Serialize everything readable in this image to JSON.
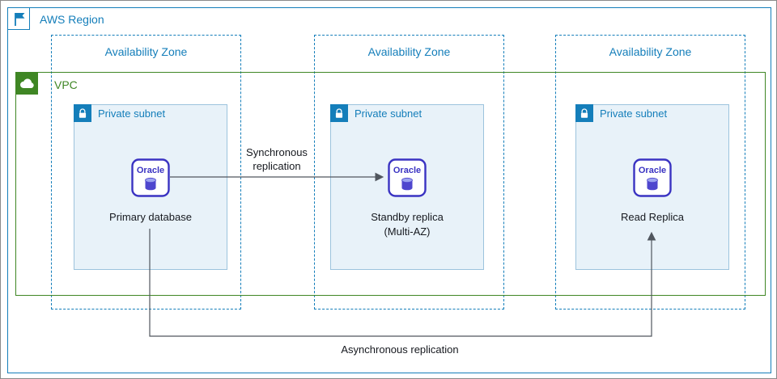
{
  "region": {
    "label": "AWS Region"
  },
  "vpc": {
    "label": "VPC"
  },
  "availability_zones": [
    {
      "label": "Availability Zone"
    },
    {
      "label": "Availability Zone"
    },
    {
      "label": "Availability Zone"
    }
  ],
  "subnets": [
    {
      "label": "Private subnet",
      "caption": "Primary database"
    },
    {
      "label": "Private subnet",
      "caption_line1": "Standby replica",
      "caption_line2": "(Multi-AZ)"
    },
    {
      "label": "Private subnet",
      "caption": "Read Replica"
    }
  ],
  "oracle_label": "Oracle",
  "arrows": {
    "sync": {
      "line1": "Synchronous",
      "line2": "replication"
    },
    "async": {
      "label": "Asynchronous replication"
    }
  },
  "colors": {
    "region_blue": "#147EBA",
    "vpc_green": "#3F8624",
    "subnet_fill": "#E8F2F9",
    "oracle_indigo": "#3A33C2",
    "arrow_gray": "#50565E"
  },
  "icons": {
    "region": "flag-icon",
    "vpc": "cloud-icon",
    "subnet": "lock-icon",
    "node": "oracle-database-icon"
  }
}
